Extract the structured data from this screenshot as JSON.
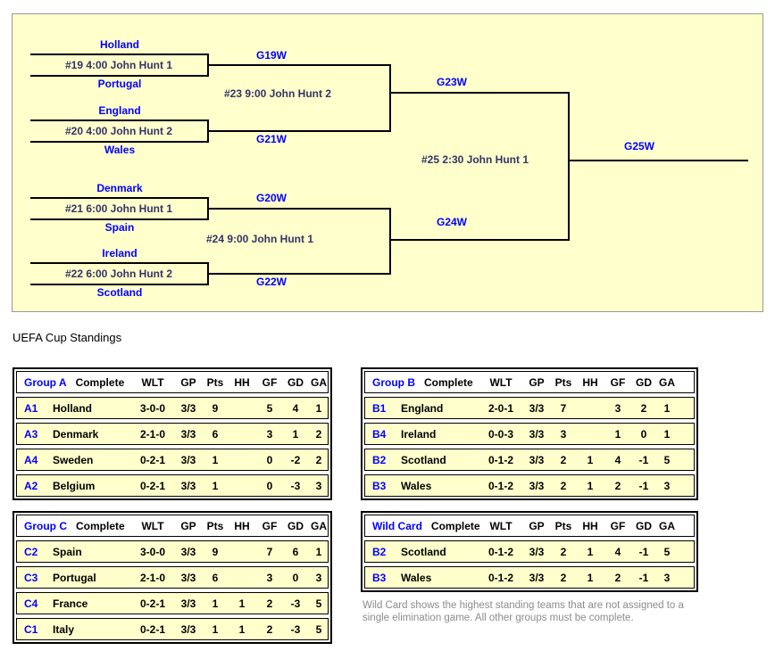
{
  "bracket": {
    "matches": [
      {
        "top_team": "Holland",
        "game": "#19 4:00 John Hunt 1",
        "bottom_team": "Portugal",
        "winner_label": "G19W"
      },
      {
        "top_team": "England",
        "game": "#20 4:00 John Hunt 2",
        "bottom_team": "Wales",
        "winner_label": "G21W"
      },
      {
        "top_team": "Denmark",
        "game": "#21 6:00 John Hunt 1",
        "bottom_team": "Spain",
        "winner_label": "G20W"
      },
      {
        "top_team": "Ireland",
        "game": "#22 6:00 John Hunt 2",
        "bottom_team": "Scotland",
        "winner_label": "G22W"
      }
    ],
    "semifinals": [
      {
        "game": "#23 9:00 John Hunt 2",
        "winner_label": "G23W"
      },
      {
        "game": "#24 9:00 John Hunt 1",
        "winner_label": "G24W"
      }
    ],
    "final": {
      "game": "#25 2:30 John Hunt 1",
      "winner_label": "G25W"
    }
  },
  "standings": {
    "heading": "UEFA Cup Standings",
    "column_headers": [
      "WLT",
      "GP",
      "Pts",
      "HH",
      "GF",
      "GD",
      "GA"
    ],
    "note": "Wild Card shows the highest standing teams that are not assigned to a single elimination game. All other groups must be complete.",
    "tables": [
      {
        "group": "Group A",
        "status": "Complete",
        "rows": [
          {
            "seed": "A1",
            "team": "Holland",
            "wlt": "3-0-0",
            "gp": "3/3",
            "pts": "9",
            "hh": "",
            "gf": "5",
            "gd": "4",
            "ga": "1"
          },
          {
            "seed": "A3",
            "team": "Denmark",
            "wlt": "2-1-0",
            "gp": "3/3",
            "pts": "6",
            "hh": "",
            "gf": "3",
            "gd": "1",
            "ga": "2"
          },
          {
            "seed": "A4",
            "team": "Sweden",
            "wlt": "0-2-1",
            "gp": "3/3",
            "pts": "1",
            "hh": "",
            "gf": "0",
            "gd": "-2",
            "ga": "2"
          },
          {
            "seed": "A2",
            "team": "Belgium",
            "wlt": "0-2-1",
            "gp": "3/3",
            "pts": "1",
            "hh": "",
            "gf": "0",
            "gd": "-3",
            "ga": "3"
          }
        ]
      },
      {
        "group": "Group B",
        "status": "Complete",
        "rows": [
          {
            "seed": "B1",
            "team": "England",
            "wlt": "2-0-1",
            "gp": "3/3",
            "pts": "7",
            "hh": "",
            "gf": "3",
            "gd": "2",
            "ga": "1"
          },
          {
            "seed": "B4",
            "team": "Ireland",
            "wlt": "0-0-3",
            "gp": "3/3",
            "pts": "3",
            "hh": "",
            "gf": "1",
            "gd": "0",
            "ga": "1"
          },
          {
            "seed": "B2",
            "team": "Scotland",
            "wlt": "0-1-2",
            "gp": "3/3",
            "pts": "2",
            "hh": "1",
            "gf": "4",
            "gd": "-1",
            "ga": "5"
          },
          {
            "seed": "B3",
            "team": "Wales",
            "wlt": "0-1-2",
            "gp": "3/3",
            "pts": "2",
            "hh": "1",
            "gf": "2",
            "gd": "-1",
            "ga": "3"
          }
        ]
      },
      {
        "group": "Group C",
        "status": "Complete",
        "rows": [
          {
            "seed": "C2",
            "team": "Spain",
            "wlt": "3-0-0",
            "gp": "3/3",
            "pts": "9",
            "hh": "",
            "gf": "7",
            "gd": "6",
            "ga": "1"
          },
          {
            "seed": "C3",
            "team": "Portugal",
            "wlt": "2-1-0",
            "gp": "3/3",
            "pts": "6",
            "hh": "",
            "gf": "3",
            "gd": "0",
            "ga": "3"
          },
          {
            "seed": "C4",
            "team": "France",
            "wlt": "0-2-1",
            "gp": "3/3",
            "pts": "1",
            "hh": "1",
            "gf": "2",
            "gd": "-3",
            "ga": "5"
          },
          {
            "seed": "C1",
            "team": "Italy",
            "wlt": "0-2-1",
            "gp": "3/3",
            "pts": "1",
            "hh": "1",
            "gf": "2",
            "gd": "-3",
            "ga": "5"
          }
        ]
      },
      {
        "group": "Wild Card",
        "status": "Complete",
        "rows": [
          {
            "seed": "B2",
            "team": "Scotland",
            "wlt": "0-1-2",
            "gp": "3/3",
            "pts": "2",
            "hh": "1",
            "gf": "4",
            "gd": "-1",
            "ga": "5"
          },
          {
            "seed": "B3",
            "team": "Wales",
            "wlt": "0-1-2",
            "gp": "3/3",
            "pts": "2",
            "hh": "1",
            "gf": "2",
            "gd": "-1",
            "ga": "3"
          }
        ]
      }
    ]
  },
  "colors": {
    "accent_blue": "#0000ff",
    "game_text_navy": "#333366",
    "panel_yellow": "#ffffcc",
    "note_gray": "#8c8c8c"
  }
}
